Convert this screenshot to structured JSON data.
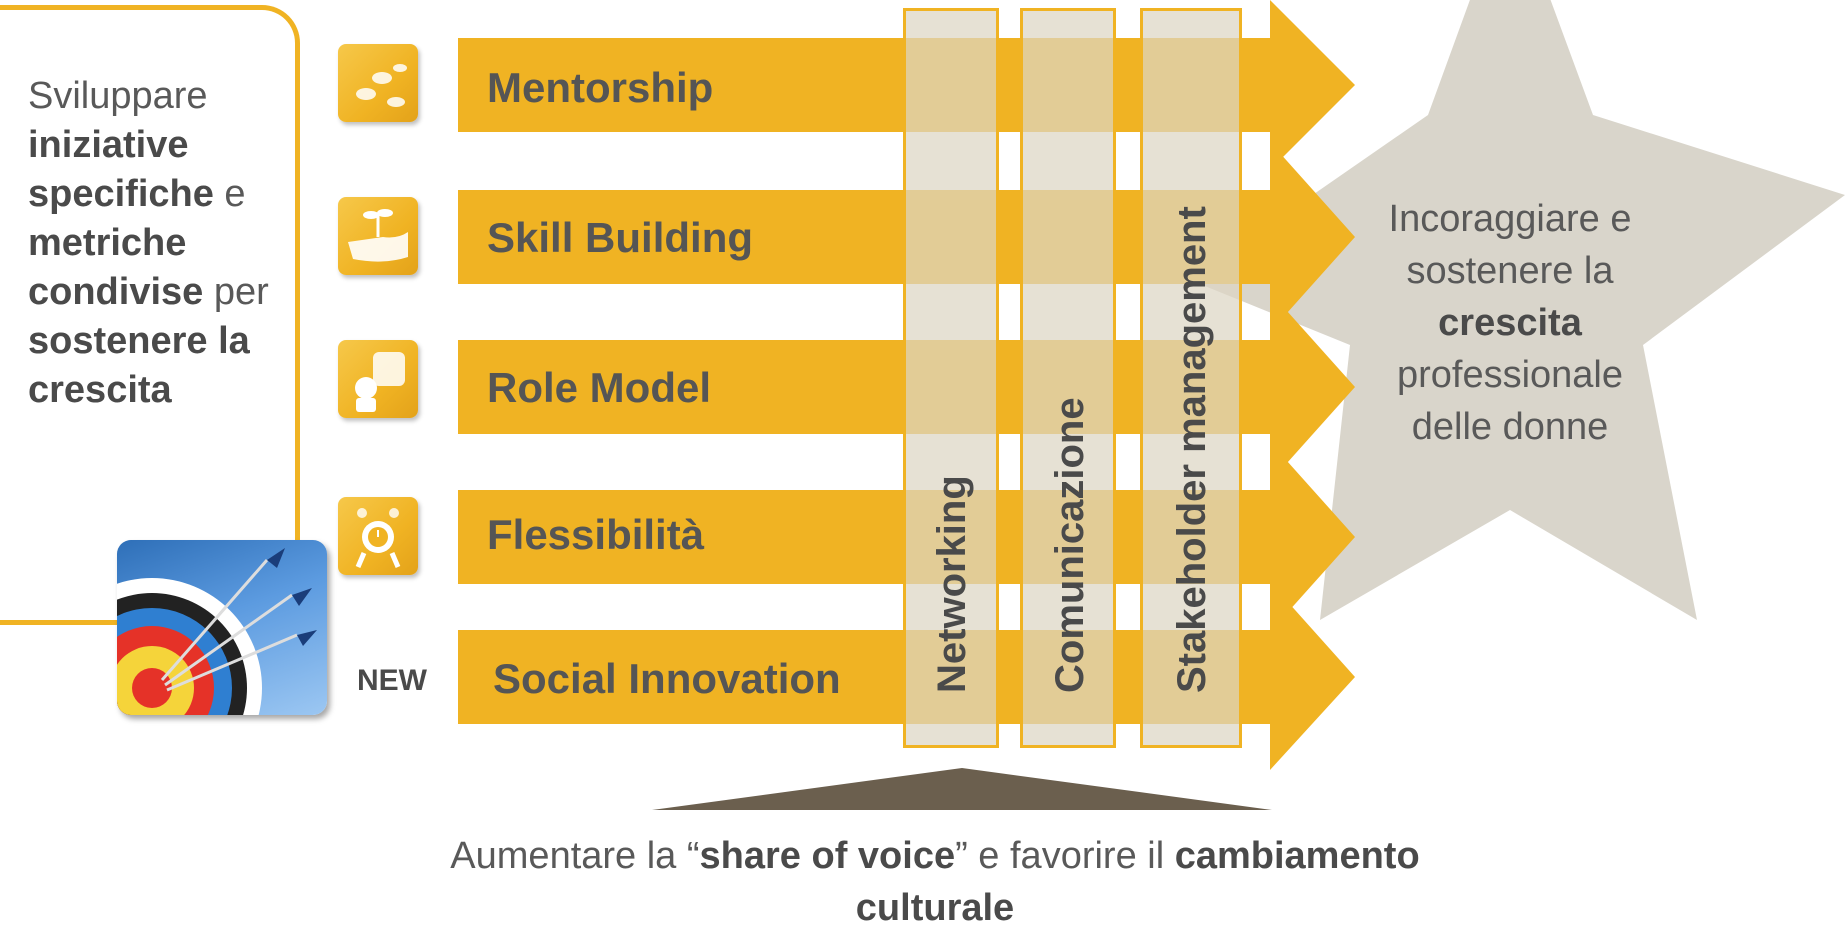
{
  "left_panel": {
    "parts": [
      {
        "text": "Sviluppare ",
        "bold": false
      },
      {
        "text": "iniziative specifiche",
        "bold": true
      },
      {
        "text": " e ",
        "bold": false
      },
      {
        "text": "metriche condivise",
        "bold": true
      },
      {
        "text": " per ",
        "bold": false
      },
      {
        "text": "sostenere la crescita",
        "bold": true
      }
    ]
  },
  "arrows": [
    {
      "label": "Mentorship",
      "icon": "seeds-icon"
    },
    {
      "label": "Skill Building",
      "icon": "hand-sprout-icon"
    },
    {
      "label": "Role Model",
      "icon": "role-model-icon"
    },
    {
      "label": "Flessibilità",
      "icon": "clock-person-icon"
    },
    {
      "label": "Social Innovation",
      "icon": "target-arrows-icon"
    }
  ],
  "new_badge": "NEW",
  "vertical_bars": [
    "Networking",
    "Comunicazione",
    "Stakeholder management"
  ],
  "star": {
    "parts": [
      {
        "text": "Incoraggiare e sostenere la ",
        "bold": false
      },
      {
        "text": "crescita",
        "bold": true
      },
      {
        "text": " professionale delle donne",
        "bold": false
      }
    ]
  },
  "bottom": {
    "parts": [
      {
        "text": "Aumentare la “",
        "bold": false
      },
      {
        "text": "share of voice",
        "bold": true
      },
      {
        "text": "” e favorire il ",
        "bold": false
      },
      {
        "text": "cambiamento culturale",
        "bold": true
      }
    ]
  },
  "colors": {
    "arrow": "#F0B323",
    "bar": "#E6D6B2",
    "star": "#D9D5CB",
    "pyramid": "#6B5F4E"
  }
}
